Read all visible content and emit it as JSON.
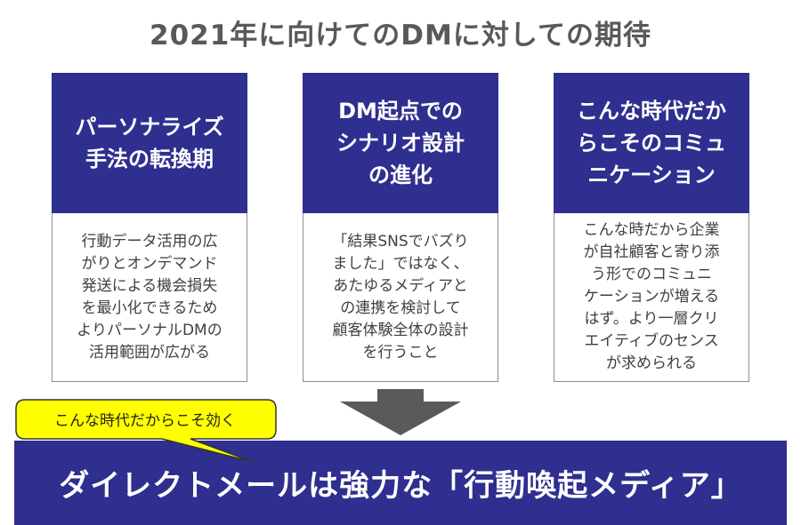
{
  "title": "2021年に向けてのDMに対しての期待",
  "cards": [
    {
      "heading": "パーソナライズ\n手法の転換期",
      "body": "行動データ活用の広\nがりとオンデマンド\n発送による機会損失\nを最小化できるため\nよりパーソナルDMの\n活用範囲が広がる"
    },
    {
      "heading": "DM起点での\nシナリオ設計\nの進化",
      "body": "「結果SNSでバズり\nました」ではなく、\nあたゆるメディアと\nの連携を検討して\n顧客体験全体の設計\nを行うこと"
    },
    {
      "heading": "こんな時代だか\nらこそのコミュ\nニケーション",
      "body": "こんな時だから企業\nが自社顧客と寄り添\nう形でのコミュニ\nケーションが増える\nはず。より一層クリ\nエイティブのセンス\nが求められる"
    }
  ],
  "callout": "こんな時代だからこそ効く",
  "banner": "ダイレクトメールは強力な「行動喚起メディア」",
  "colors": {
    "navy": "#2e2f8f",
    "callout_fill": "#ffff00",
    "arrow": "#5a5a5a",
    "title_text": "#595959"
  },
  "icons": [
    "down-arrow-icon",
    "speech-bubble-icon"
  ]
}
